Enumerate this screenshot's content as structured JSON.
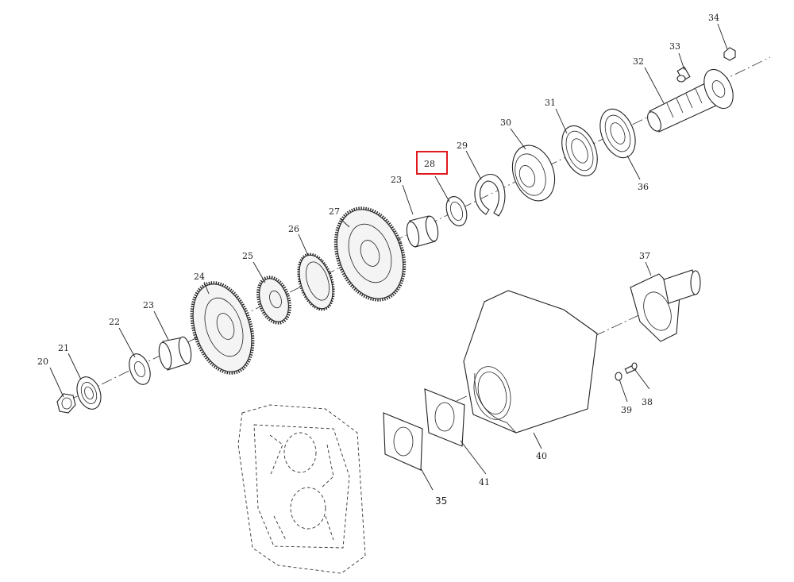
{
  "labels": {
    "p20": "20",
    "p21": "21",
    "p22": "22",
    "p23a": "23",
    "p24": "24",
    "p25": "25",
    "p26": "26",
    "p27": "27",
    "p23b": "23",
    "p28": "28",
    "p29": "29",
    "p30": "30",
    "p31": "31",
    "p32": "32",
    "p33": "33",
    "p34": "34",
    "p36": "36",
    "p37": "37",
    "p38": "38",
    "p39": "39",
    "p40": "40",
    "p41": "41",
    "p35": "35"
  },
  "highlight": {
    "part": "28",
    "color": "#e0191e"
  }
}
